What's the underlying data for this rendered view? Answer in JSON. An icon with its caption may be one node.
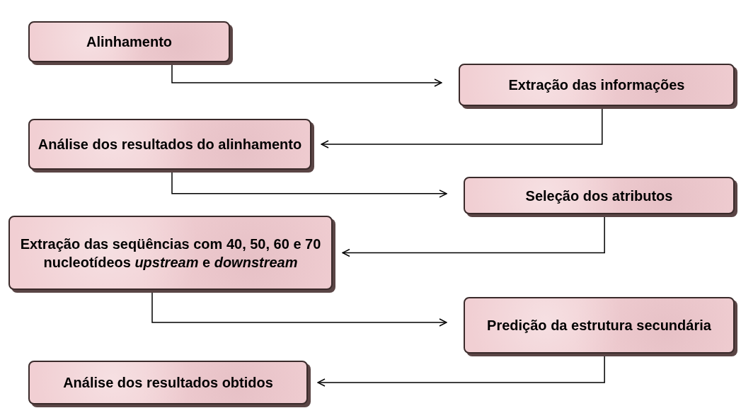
{
  "diagram": {
    "nodes": [
      {
        "text": [
          "Alinhamento"
        ]
      },
      {
        "text": [
          "Extração das informações"
        ]
      },
      {
        "text": [
          "Análise dos resultados do alinhamento"
        ]
      },
      {
        "text": [
          "Seleção dos atributos"
        ]
      },
      {
        "text": [
          "Extração das seqüências com 40, 50, 60 e 70 nucleotídeos *upstream* e *downstream*"
        ]
      },
      {
        "text": [
          "Predição da estrutura secundária"
        ]
      },
      {
        "text": [
          "Análise dos resultados obtidos"
        ]
      }
    ],
    "edges": [
      {
        "from": 0,
        "to": 1,
        "arrow": "to"
      },
      {
        "from": 1,
        "to": 2,
        "arrow": "to"
      },
      {
        "from": 2,
        "to": 3,
        "arrow": "to"
      },
      {
        "from": 3,
        "to": 4,
        "arrow": "to"
      },
      {
        "from": 4,
        "to": 5,
        "arrow": "to"
      },
      {
        "from": 5,
        "to": 6,
        "arrow": "to"
      }
    ]
  }
}
